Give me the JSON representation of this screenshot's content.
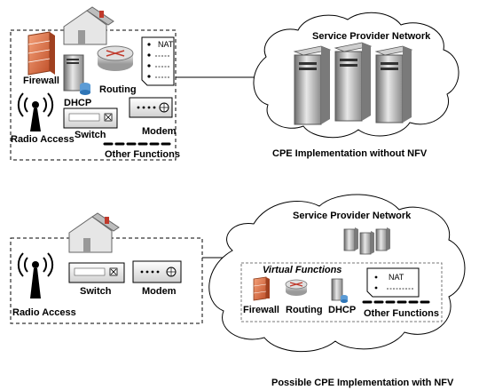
{
  "top": {
    "firewall": "Firewall",
    "routing": "Routing",
    "dhcp": "DHCP",
    "nat": "NAT",
    "switch": "Switch",
    "modem": "Modem",
    "radio_access": "Radio Access",
    "other_functions": "Other Functions",
    "cloud_title": "Service Provider Network",
    "caption": "CPE Implementation without NFV"
  },
  "bottom": {
    "radio_access": "Radio Access",
    "switch": "Switch",
    "modem": "Modem",
    "cloud_title": "Service Provider Network",
    "virtual_functions": "Virtual Functions",
    "firewall": "Firewall",
    "routing": "Routing",
    "dhcp": "DHCP",
    "nat": "NAT",
    "other_functions": "Other Functions",
    "caption": "Possible CPE Implementation with NFV"
  }
}
